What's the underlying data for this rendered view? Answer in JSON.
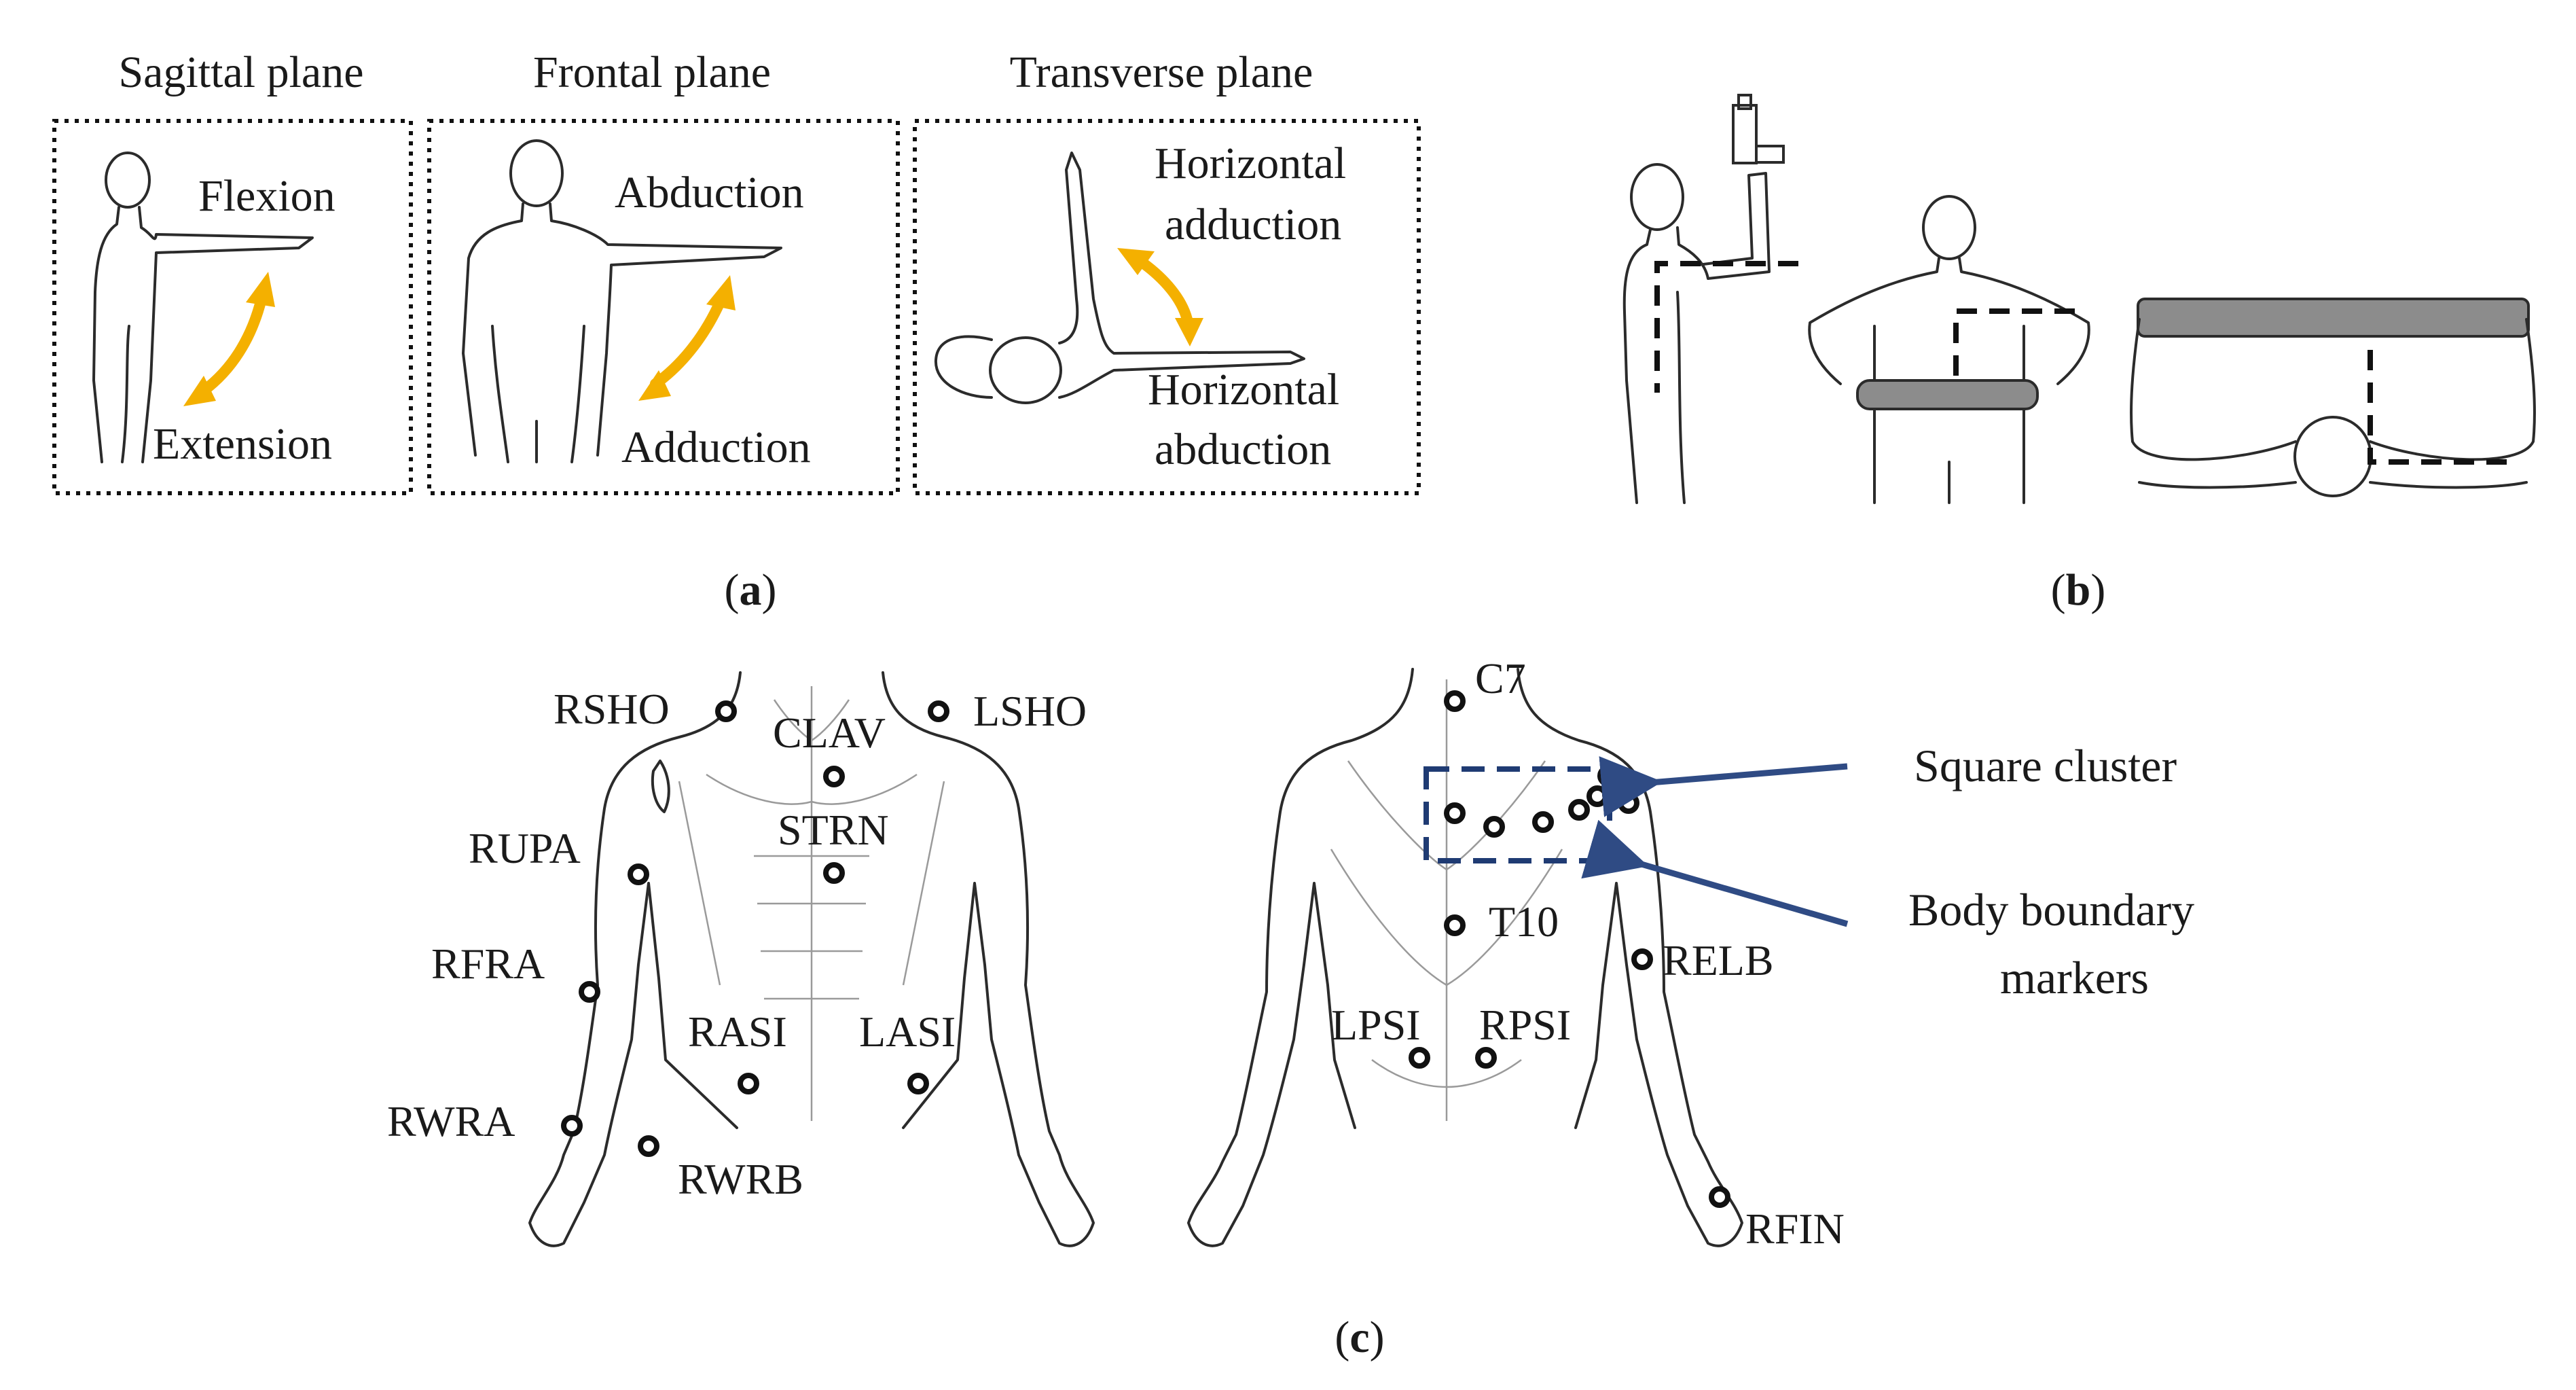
{
  "colors": {
    "motion_arrow": "#f4b000",
    "callout_arrow": "#2f4b84",
    "cluster_box": "#1f3b73",
    "band": "#8c8c8c"
  },
  "panel_a": {
    "planes": [
      {
        "title": "Sagittal plane",
        "motion_top": "Flexion",
        "motion_bottom": "Extension"
      },
      {
        "title": "Frontal plane",
        "motion_top": "Abduction",
        "motion_bottom": "Adduction"
      },
      {
        "title": "Transverse plane",
        "motion_top_1": "Horizontal",
        "motion_top_2": "adduction",
        "motion_bottom_1": "Horizontal",
        "motion_bottom_2": "abduction"
      }
    ],
    "caption": {
      "open": "(",
      "letter": "a",
      "close": ")"
    }
  },
  "panel_b": {
    "caption": {
      "open": "(",
      "letter": "b",
      "close": ")"
    }
  },
  "panel_c": {
    "front_markers": [
      "RSHO",
      "LSHO",
      "CLAV",
      "STRN",
      "RUPA",
      "RFRA",
      "RASI",
      "LASI",
      "RWRA",
      "RWRB"
    ],
    "back_markers": [
      "C7",
      "T10",
      "RELB",
      "LPSI",
      "RPSI",
      "RFIN"
    ],
    "callouts": {
      "square_cluster": "Square cluster",
      "body_boundary_1": "Body boundary",
      "body_boundary_2": "markers"
    },
    "caption": {
      "open": "(",
      "letter": "c",
      "close": ")"
    }
  }
}
